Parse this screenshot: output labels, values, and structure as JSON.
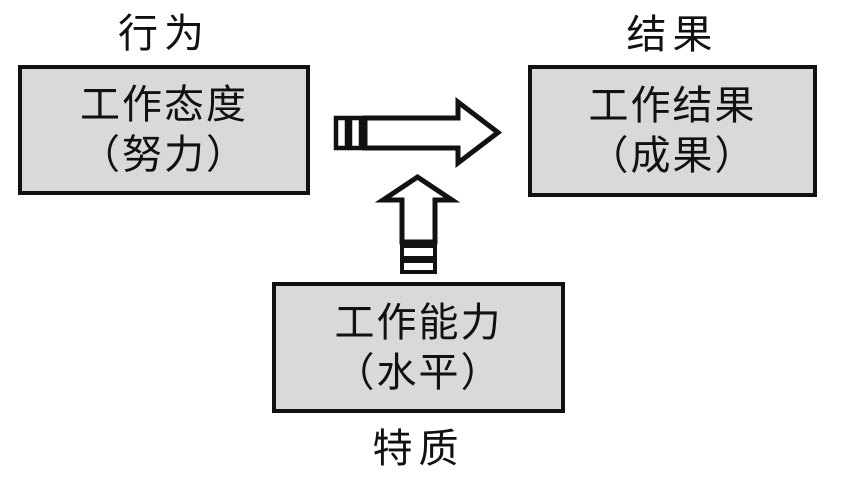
{
  "diagram": {
    "labels": {
      "behavior": "行为",
      "result": "结果",
      "trait": "特质"
    },
    "boxes": {
      "attitude": {
        "line1": "工作态度",
        "line2": "（努力）"
      },
      "outcome": {
        "line1": "工作结果",
        "line2": "（成果）"
      },
      "ability": {
        "line1": "工作能力",
        "line2": "（水平）"
      }
    },
    "icons": {
      "horizontal": "right-arrow-icon",
      "vertical": "up-arrow-icon"
    },
    "colors": {
      "box_fill": "#d9d9d9",
      "box_border": "#111111",
      "background": "#ffffff",
      "text": "#111111"
    }
  }
}
